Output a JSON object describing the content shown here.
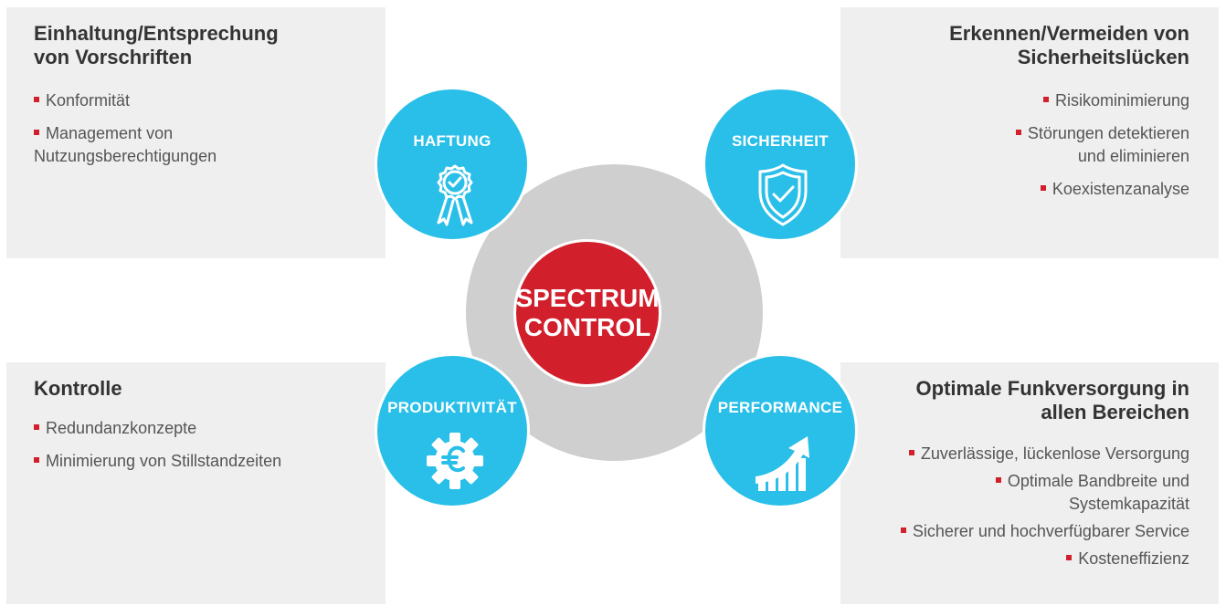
{
  "center": {
    "line1": "SPECTRUM",
    "line2": "CONTROL"
  },
  "bubbles": {
    "haftung": {
      "label": "HAFTUNG",
      "icon": "award-ribbon-icon"
    },
    "sicherheit": {
      "label": "SICHERHEIT",
      "icon": "shield-check-icon"
    },
    "produktivitaet": {
      "label": "PRODUKTIVITÄT",
      "icon": "gear-euro-icon"
    },
    "performance": {
      "label": "PERFORMANCE",
      "icon": "growth-chart-icon"
    }
  },
  "panels": {
    "top_left": {
      "heading": [
        "Einhaltung/Entsprechung",
        "von Vorschriften"
      ],
      "items": [
        [
          "Konformität"
        ],
        [
          "Management von",
          "Nutzungsberechtigungen"
        ]
      ]
    },
    "top_right": {
      "heading": [
        "Erkennen/Vermeiden von",
        "Sicherheitslücken"
      ],
      "items": [
        [
          "Risikominimierung"
        ],
        [
          "Störungen detektieren",
          "und eliminieren"
        ],
        [
          "Koexistenzanalyse"
        ]
      ]
    },
    "bottom_left": {
      "heading": [
        "Kontrolle"
      ],
      "items": [
        [
          "Redundanzkonzepte"
        ],
        [
          "Minimierung von Stillstandzeiten"
        ]
      ]
    },
    "bottom_right": {
      "heading": [
        "Optimale Funkversorgung in",
        "allen Bereichen"
      ],
      "items": [
        [
          "Zuverlässige, lückenlose Versorgung"
        ],
        [
          "Optimale Bandbreite und",
          "Systemkapazität"
        ],
        [
          "Sicherer und hochverfügbarer Service"
        ],
        [
          "Kosteneffizienz"
        ]
      ]
    }
  },
  "colors": {
    "accent_red": "#d11f2c",
    "bubble_blue": "#29bfe8",
    "panel_gray": "#efefef",
    "hub_gray": "#cfcfcf"
  }
}
